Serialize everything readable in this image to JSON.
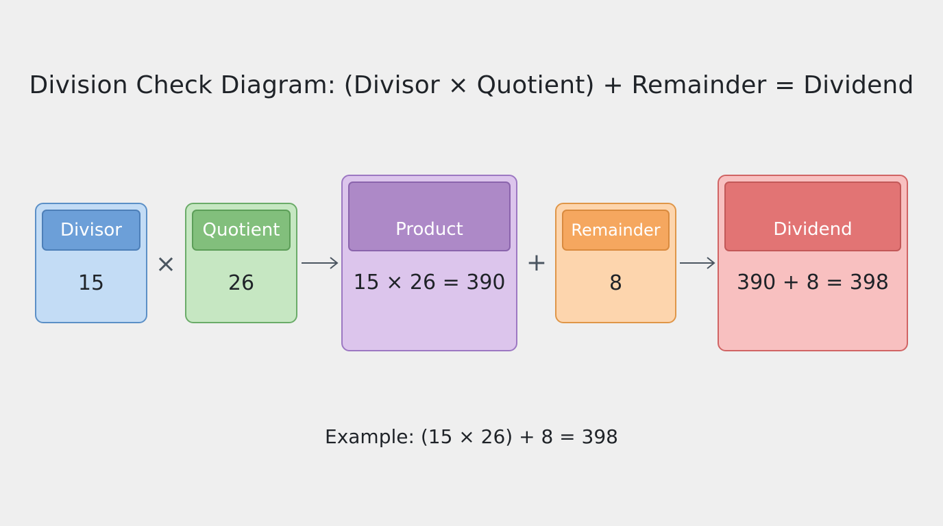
{
  "title": "Division Check Diagram: (Divisor × Quotient) + Remainder = Dividend",
  "boxes": {
    "divisor": {
      "label": "Divisor",
      "value": "15"
    },
    "quotient": {
      "label": "Quotient",
      "value": "26"
    },
    "product": {
      "label": "Product",
      "value": "15 × 26 = 390"
    },
    "remainder": {
      "label": "Remainder",
      "value": "8"
    },
    "dividend": {
      "label": "Dividend",
      "value": "390 + 8 = 398"
    }
  },
  "operators": {
    "multiply": "×",
    "plus": "+"
  },
  "example": "Example: (15 × 26) + 8 = 398",
  "colors": {
    "divisor": "#6c9fd8",
    "quotient": "#82bf7c",
    "product": "#ad89c7",
    "remainder": "#f5a75f",
    "dividend": "#e27474",
    "arrow": "#4a5560"
  }
}
